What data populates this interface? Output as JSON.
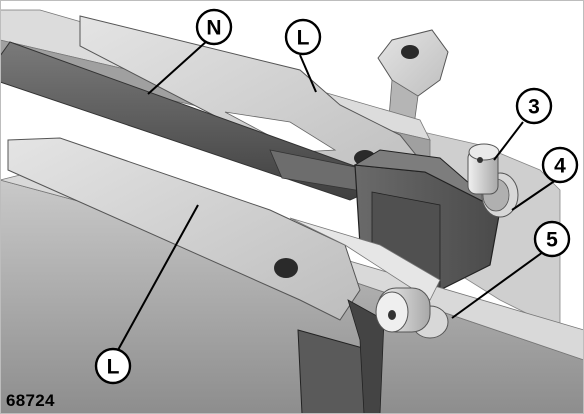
{
  "figure": {
    "id": "68724",
    "callouts": [
      {
        "key": "N",
        "label": "N"
      },
      {
        "key": "L_top",
        "label": "L"
      },
      {
        "key": "L_bottom",
        "label": "L"
      },
      {
        "key": "3",
        "label": "3"
      },
      {
        "key": "4",
        "label": "4"
      },
      {
        "key": "5",
        "label": "5"
      }
    ]
  },
  "colors": {
    "background": "#ffffff",
    "metal_light": "#d4d4d4",
    "metal_mid": "#a9a9a9",
    "metal_dark": "#5b5b5b",
    "outline": "#000000"
  }
}
